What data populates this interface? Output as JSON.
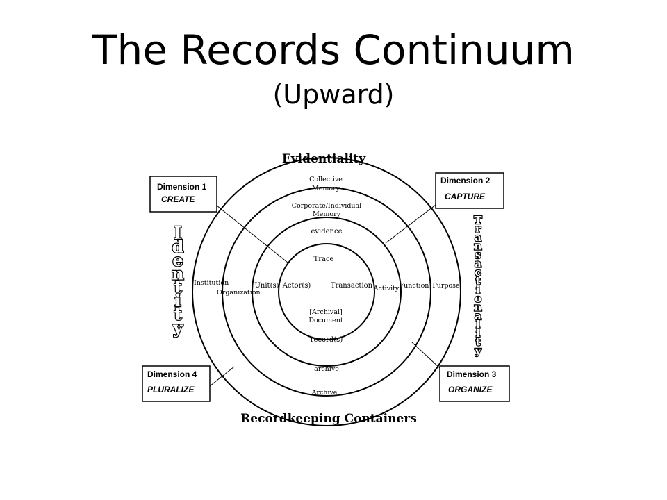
{
  "title": "The Records Continuum",
  "subtitle": "(Upward)",
  "axes": {
    "top": "Evidentiality",
    "bottom": "Recordkeeping Containers",
    "left": "Identity",
    "right": "Transactionality"
  },
  "rings": {
    "outer": {
      "top_line1": "Collective",
      "top_line2": "Memory",
      "bottom": "Archive",
      "left": "Institution",
      "right": "Purpose"
    },
    "second": {
      "top_line1": "Corporate/Individual",
      "top_line2": "Memory",
      "bottom": "archive",
      "left": "Organization",
      "right": "Function"
    },
    "third": {
      "top": "evidence",
      "bottom": "record(s)",
      "left": "Unit(s)",
      "right": "Activity"
    },
    "inner": {
      "top": "Trace",
      "bottom_line1": "[Archival]",
      "bottom_line2": "Document",
      "left": "Actor(s)",
      "right": "Transaction"
    }
  },
  "dimensions": [
    {
      "label": "Dimension 1",
      "action": "CREATE"
    },
    {
      "label": "Dimension 2",
      "action": "CAPTURE"
    },
    {
      "label": "Dimension 3",
      "action": "ORGANIZE"
    },
    {
      "label": "Dimension 4",
      "action": "PLURALIZE"
    }
  ]
}
